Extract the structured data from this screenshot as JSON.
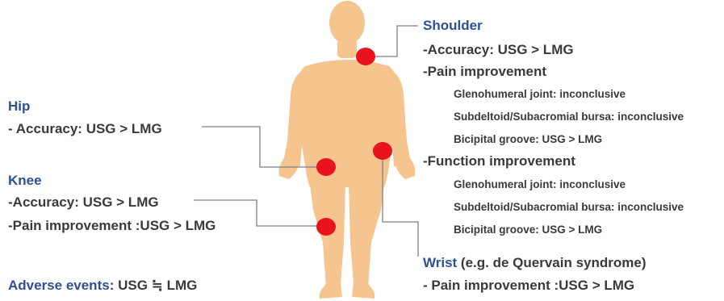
{
  "shoulder": {
    "title": "Shoulder",
    "accuracy": "-Accuracy: USG > LMG",
    "pain_heading": "-Pain improvement",
    "pain_items": [
      "Glenohumeral joint: inconclusive",
      "Subdeltoid/Subacromial bursa: inconclusive",
      "Bicipital groove: USG > LMG"
    ],
    "function_heading": "-Function improvement",
    "function_items": [
      "Glenohumeral joint: inconclusive",
      "Subdeltoid/Subacromial bursa: inconclusive",
      "Bicipital groove: USG > LMG"
    ]
  },
  "hip": {
    "title": "Hip",
    "accuracy": "- Accuracy: USG > LMG"
  },
  "knee": {
    "title": "Knee",
    "accuracy": "-Accuracy: USG > LMG",
    "pain": "-Pain improvement :USG > LMG"
  },
  "wrist": {
    "title": "Wrist",
    "note": " (e.g. de Quervain syndrome)",
    "pain": "- Pain improvement :USG > LMG"
  },
  "adverse": {
    "title": "Adverse events",
    "value": ": USG ≒ LMG"
  },
  "colors": {
    "heading": "#2f4f96",
    "text": "#3a3a3a",
    "body": "#f5c48f",
    "marker": "#e8141c",
    "connector": "#808080"
  }
}
